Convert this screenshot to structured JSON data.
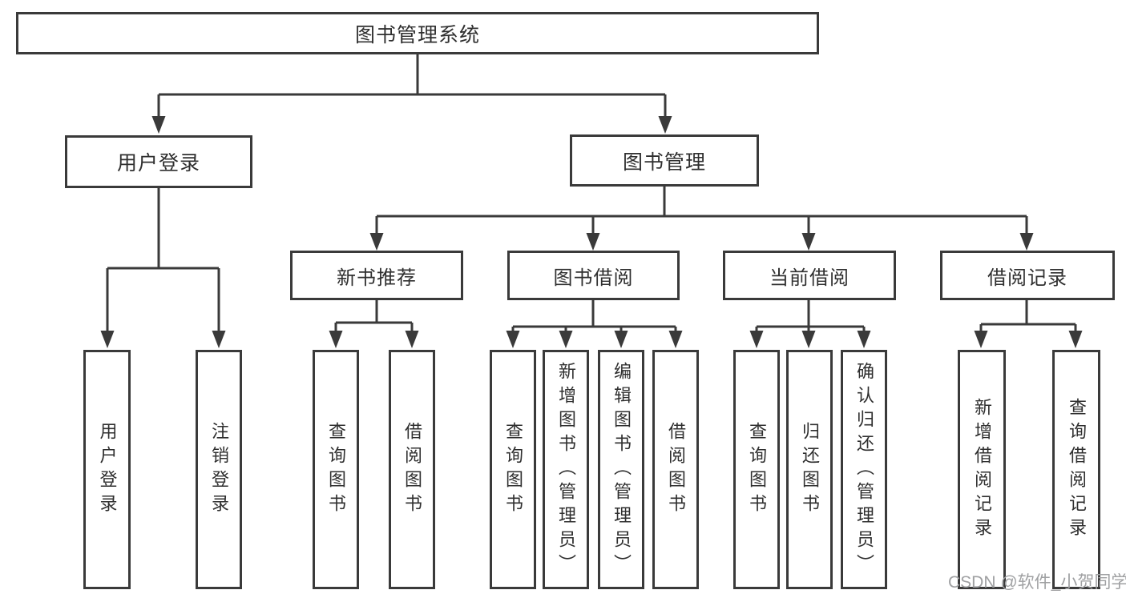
{
  "tree": {
    "root": {
      "label": "图书管理系统"
    },
    "branches": [
      {
        "label": "用户登录",
        "children": [
          {
            "label": "用户登录"
          },
          {
            "label": "注销登录"
          }
        ]
      },
      {
        "label": "图书管理",
        "sections": [
          {
            "label": "新书推荐",
            "children": [
              {
                "label": "查询图书"
              },
              {
                "label": "借阅图书"
              }
            ]
          },
          {
            "label": "图书借阅",
            "children": [
              {
                "label": "查询图书"
              },
              {
                "label": "新增图书（管理员）"
              },
              {
                "label": "编辑图书（管理员）"
              },
              {
                "label": "借阅图书"
              }
            ]
          },
          {
            "label": "当前借阅",
            "children": [
              {
                "label": "查询图书"
              },
              {
                "label": "归还图书"
              },
              {
                "label": "确认归还（管理员）"
              }
            ]
          },
          {
            "label": "借阅记录",
            "children": [
              {
                "label": "新增借阅记录"
              },
              {
                "label": "查询借阅记录"
              }
            ]
          }
        ]
      }
    ]
  },
  "watermark": "CSDN @软件_小贺同学",
  "colors": {
    "line": "#3a3a3a",
    "text": "#2f2f2f",
    "watermark": "#9fa0a2",
    "background": "#ffffff"
  }
}
